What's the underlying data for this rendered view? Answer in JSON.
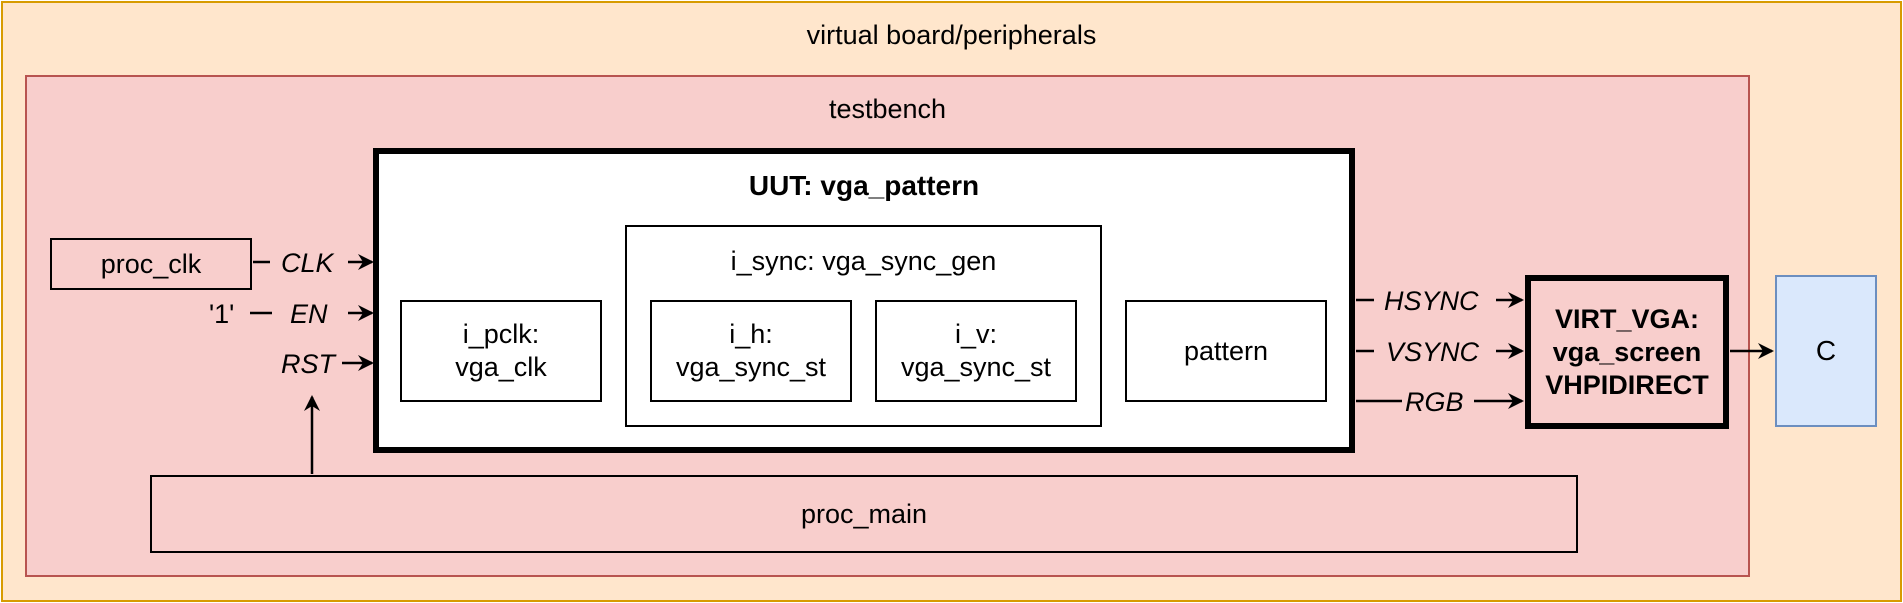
{
  "board": {
    "label": "virtual board/peripherals",
    "fill": "#ffe6cc",
    "stroke": "#d79b00"
  },
  "testbench": {
    "label": "testbench",
    "fill": "#f8cecc",
    "stroke": "#b85450"
  },
  "uut": {
    "title": "UUT: vga_pattern",
    "pclk": {
      "line1": "i_pclk:",
      "line2": "vga_clk"
    },
    "sync": {
      "title": "i_sync: vga_sync_gen",
      "h": {
        "line1": "i_h:",
        "line2": "vga_sync_st"
      },
      "v": {
        "line1": "i_v:",
        "line2": "vga_sync_st"
      }
    },
    "pattern": "pattern"
  },
  "proc_clk": "proc_clk",
  "proc_main": "proc_main",
  "const_one": "'1'",
  "inputs": {
    "clk": "CLK",
    "en": "EN",
    "rst": "RST"
  },
  "outputs": {
    "hsync": "HSYNC",
    "vsync": "VSYNC",
    "rgb": "RGB"
  },
  "virt_vga": {
    "line1": "VIRT_VGA:",
    "line2": "vga_screen",
    "line3": "VHPIDIRECT"
  },
  "c_block": {
    "label": "C",
    "fill": "#dae8fc",
    "stroke": "#6c8ebf"
  }
}
